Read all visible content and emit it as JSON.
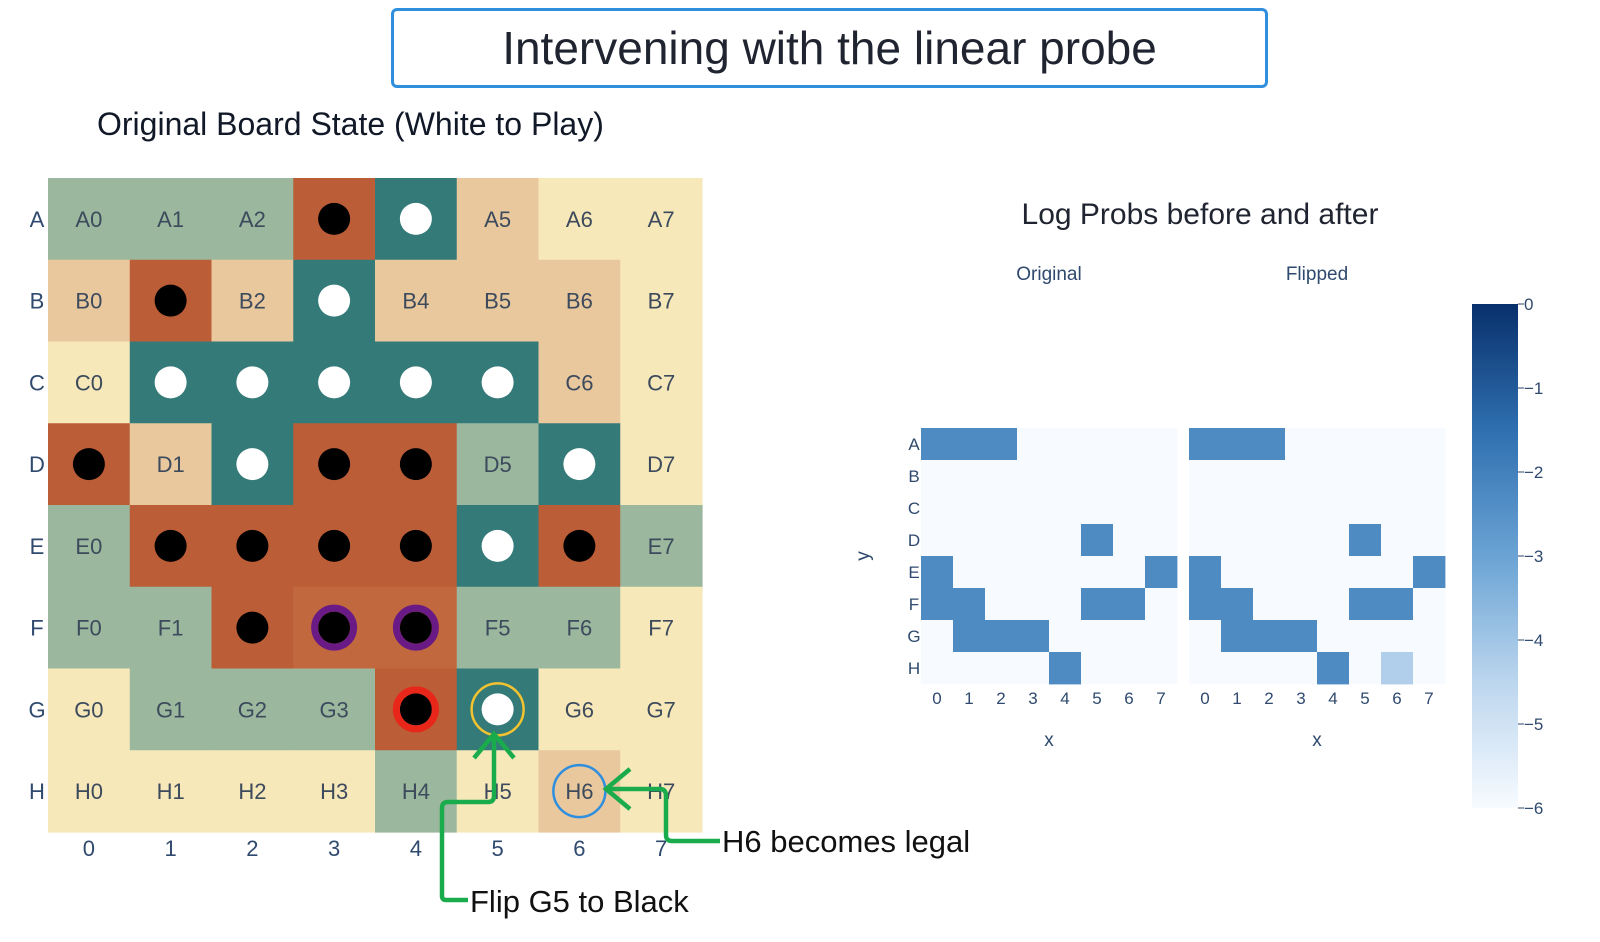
{
  "title": "Intervening with the linear probe",
  "board": {
    "title": "Original Board State (White to Play)",
    "rows": [
      "A",
      "B",
      "C",
      "D",
      "E",
      "F",
      "G",
      "H"
    ],
    "cols": [
      "0",
      "1",
      "2",
      "3",
      "4",
      "5",
      "6",
      "7"
    ],
    "palette": {
      "sage": "#9bb89f",
      "peach": "#e9c89e",
      "cream": "#f7e8ba",
      "rust": "#bb5d37",
      "rust_light": "#c1683f",
      "teal": "#347a78",
      "black_piece": "#000000",
      "white_piece": "#ffffff",
      "purple_ring": "#6a1a84",
      "red_ring": "#e8261a",
      "yellow_ring": "#f2c230",
      "blue_ring": "#2f8fde",
      "arrow_green": "#1aac4c"
    },
    "cells": [
      [
        "sage",
        "sage",
        "sage",
        "rust",
        "teal",
        "peach",
        "cream",
        "cream"
      ],
      [
        "peach",
        "rust",
        "peach",
        "teal",
        "peach",
        "peach",
        "peach",
        "cream"
      ],
      [
        "cream",
        "teal",
        "teal",
        "teal",
        "teal",
        "teal",
        "peach",
        "cream"
      ],
      [
        "rust",
        "peach",
        "teal",
        "rust",
        "rust",
        "sage",
        "teal",
        "cream"
      ],
      [
        "sage",
        "rust",
        "rust",
        "rust",
        "rust",
        "teal",
        "rust",
        "sage"
      ],
      [
        "sage",
        "sage",
        "rust",
        "rust_light",
        "rust_light",
        "sage",
        "sage",
        "cream"
      ],
      [
        "cream",
        "sage",
        "sage",
        "sage",
        "rust",
        "teal",
        "cream",
        "cream"
      ],
      [
        "cream",
        "cream",
        "cream",
        "cream",
        "sage",
        "cream",
        "peach",
        "cream"
      ]
    ],
    "pieces": [
      [
        "",
        "",
        "",
        "B",
        "W",
        "",
        "",
        ""
      ],
      [
        "",
        "B",
        "",
        "W",
        "",
        "",
        "",
        ""
      ],
      [
        "",
        "W",
        "W",
        "W",
        "W",
        "W",
        "",
        ""
      ],
      [
        "B",
        "",
        "W",
        "B",
        "B",
        "",
        "W",
        ""
      ],
      [
        "",
        "B",
        "B",
        "B",
        "B",
        "W",
        "B",
        ""
      ],
      [
        "",
        "",
        "B",
        "B",
        "B",
        "",
        "",
        ""
      ],
      [
        "",
        "",
        "",
        "",
        "B",
        "W",
        "",
        ""
      ],
      [
        "",
        "",
        "",
        "",
        "",
        "",
        "",
        ""
      ]
    ],
    "highlights": [
      {
        "row": 5,
        "col": 3,
        "ring": "purple_ring"
      },
      {
        "row": 5,
        "col": 4,
        "ring": "purple_ring"
      },
      {
        "row": 6,
        "col": 4,
        "ring": "red_ring"
      },
      {
        "row": 6,
        "col": 5,
        "ring": "yellow_ring"
      },
      {
        "row": 7,
        "col": 6,
        "ring": "blue_ring"
      }
    ]
  },
  "annotations": {
    "flip": "Flip G5 to Black",
    "legal": "H6 becomes legal"
  },
  "chart_data": {
    "type": "heatmap",
    "title": "Log Probs before and after",
    "xlabel": "x",
    "ylabel": "y",
    "y_categories": [
      "A",
      "B",
      "C",
      "D",
      "E",
      "F",
      "G",
      "H"
    ],
    "x_categories": [
      "0",
      "1",
      "2",
      "3",
      "4",
      "5",
      "6",
      "7"
    ],
    "colorscale": {
      "min": -6,
      "max": 0,
      "ticks": [
        "0",
        "−1",
        "−2",
        "−3",
        "−4",
        "−5",
        "−6"
      ],
      "low_color": "#f7fbff",
      "high_color": "#08306b"
    },
    "panels": [
      {
        "name": "Original",
        "values": [
          [
            -2.3,
            -2.3,
            -2.3,
            -6,
            -6,
            -6,
            -6,
            -6
          ],
          [
            -6,
            -6,
            -6,
            -6,
            -6,
            -6,
            -6,
            -6
          ],
          [
            -6,
            -6,
            -6,
            -6,
            -6,
            -6,
            -6,
            -6
          ],
          [
            -6,
            -6,
            -6,
            -6,
            -6,
            -2.3,
            -6,
            -6
          ],
          [
            -2.3,
            -6,
            -6,
            -6,
            -6,
            -6,
            -6,
            -2.3
          ],
          [
            -2.3,
            -2.3,
            -6,
            -6,
            -6,
            -2.3,
            -2.3,
            -6
          ],
          [
            -6,
            -2.3,
            -2.3,
            -2.3,
            -6,
            -6,
            -6,
            -6
          ],
          [
            -6,
            -6,
            -6,
            -6,
            -2.3,
            -6,
            -6,
            -6
          ]
        ]
      },
      {
        "name": "Flipped",
        "values": [
          [
            -2.3,
            -2.3,
            -2.3,
            -6,
            -6,
            -6,
            -6,
            -6
          ],
          [
            -6,
            -6,
            -6,
            -6,
            -6,
            -6,
            -6,
            -6
          ],
          [
            -6,
            -6,
            -6,
            -6,
            -6,
            -6,
            -6,
            -6
          ],
          [
            -6,
            -6,
            -6,
            -6,
            -6,
            -2.3,
            -6,
            -6
          ],
          [
            -2.3,
            -6,
            -6,
            -6,
            -6,
            -6,
            -6,
            -2.3
          ],
          [
            -2.3,
            -2.3,
            -6,
            -6,
            -6,
            -2.3,
            -2.3,
            -6
          ],
          [
            -6,
            -2.3,
            -2.3,
            -2.3,
            -6,
            -6,
            -6,
            -6
          ],
          [
            -6,
            -6,
            -6,
            -6,
            -2.3,
            -6,
            -4.3,
            -6
          ]
        ]
      }
    ]
  }
}
